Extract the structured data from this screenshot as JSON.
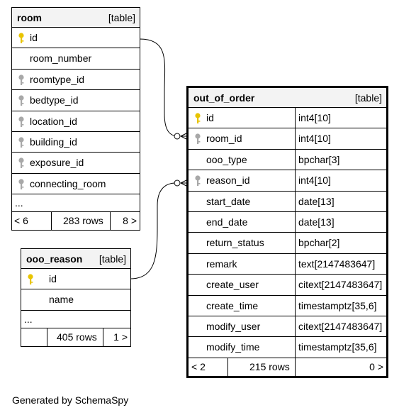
{
  "colors": {
    "header_bg": "#f3f3f3",
    "key_primary": "#e8c400",
    "key_foreign": "#a8a8a8"
  },
  "room": {
    "name": "room",
    "kind": "[table]",
    "columns": [
      {
        "name": "id",
        "key": "key-gold-icon"
      },
      {
        "name": "room_number",
        "key": ""
      },
      {
        "name": "roomtype_id",
        "key": "key-grey-icon"
      },
      {
        "name": "bedtype_id",
        "key": "key-grey-icon"
      },
      {
        "name": "location_id",
        "key": "key-grey-icon"
      },
      {
        "name": "building_id",
        "key": "key-grey-icon"
      },
      {
        "name": "exposure_id",
        "key": "key-grey-icon"
      },
      {
        "name": "connecting_room",
        "key": "key-grey-icon"
      }
    ],
    "ellipsis": "...",
    "parents": "< 6",
    "rows": "283 rows",
    "children": "8 >"
  },
  "ooo_reason": {
    "name": "ooo_reason",
    "kind": "[table]",
    "columns": [
      {
        "name": "id",
        "key": "key-gold-icon"
      },
      {
        "name": "name",
        "key": ""
      }
    ],
    "ellipsis": "...",
    "parents": "",
    "rows": "405 rows",
    "children": "1 >"
  },
  "out_of_order": {
    "name": "out_of_order",
    "kind": "[table]",
    "columns": [
      {
        "name": "id",
        "type": "int4[10]",
        "key": "key-gold-icon"
      },
      {
        "name": "room_id",
        "type": "int4[10]",
        "key": "key-grey-icon"
      },
      {
        "name": "ooo_type",
        "type": "bpchar[3]",
        "key": ""
      },
      {
        "name": "reason_id",
        "type": "int4[10]",
        "key": "key-grey-icon"
      },
      {
        "name": "start_date",
        "type": "date[13]",
        "key": ""
      },
      {
        "name": "end_date",
        "type": "date[13]",
        "key": ""
      },
      {
        "name": "return_status",
        "type": "bpchar[2]",
        "key": ""
      },
      {
        "name": "remark",
        "type": "text[2147483647]",
        "key": ""
      },
      {
        "name": "create_user",
        "type": "citext[2147483647]",
        "key": ""
      },
      {
        "name": "create_time",
        "type": "timestamptz[35,6]",
        "key": ""
      },
      {
        "name": "modify_user",
        "type": "citext[2147483647]",
        "key": ""
      },
      {
        "name": "modify_time",
        "type": "timestamptz[35,6]",
        "key": ""
      }
    ],
    "parents": "< 2",
    "rows": "215 rows",
    "children": "0 >"
  },
  "footer": {
    "generated": "Generated by SchemaSpy"
  }
}
